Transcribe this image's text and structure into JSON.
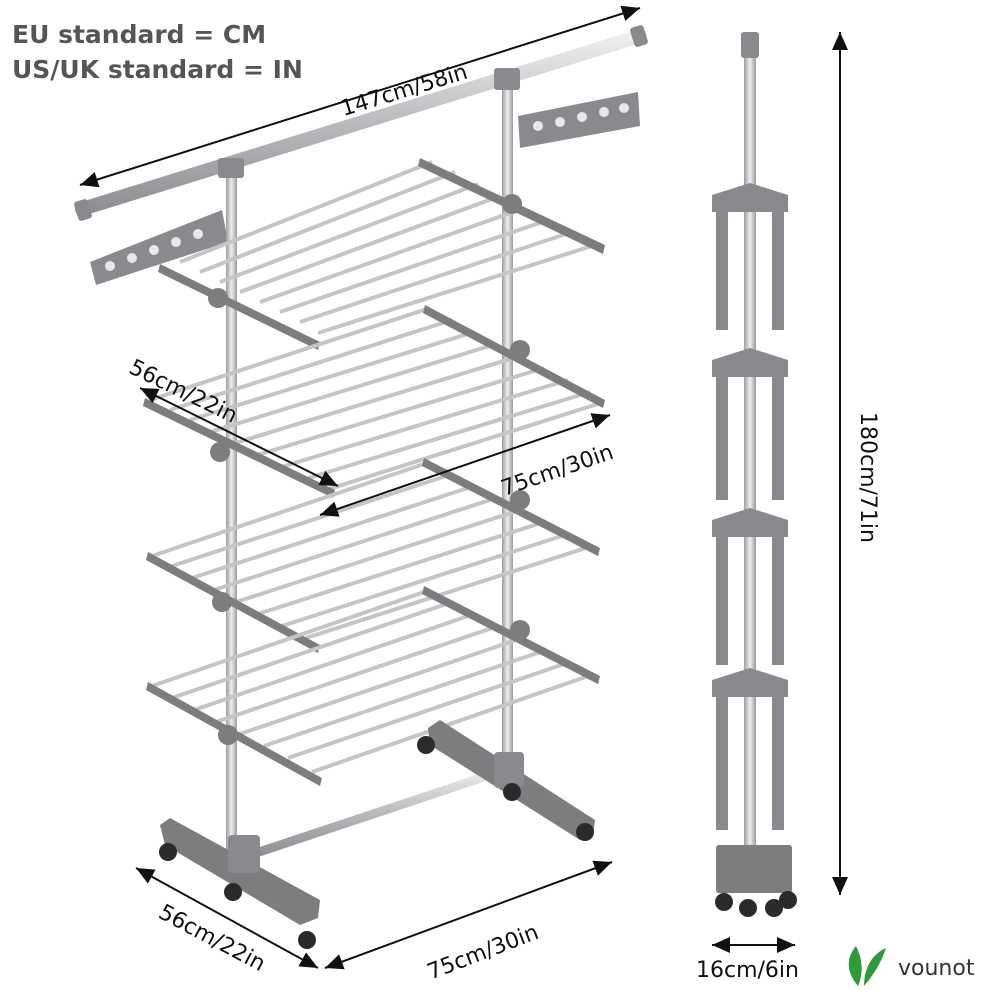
{
  "legend": {
    "eu": "EU standard = CM",
    "us": "US/UK standard = IN"
  },
  "dimensions": {
    "top_width": "147cm/58in",
    "shelf_depth": "56cm/22in",
    "shelf_width": "75cm/30in",
    "base_depth": "56cm/22in",
    "base_width": "75cm/30in",
    "height": "180cm/71in",
    "folded_depth": "16cm/6in"
  },
  "brand": {
    "name": "vounot",
    "color": "#2e9a3a",
    "icon": "leaf-icon"
  },
  "colors": {
    "frame_gray": "#7d7d80",
    "rod_silver": "#c9cacc",
    "plastic": "#8a8a8e"
  }
}
